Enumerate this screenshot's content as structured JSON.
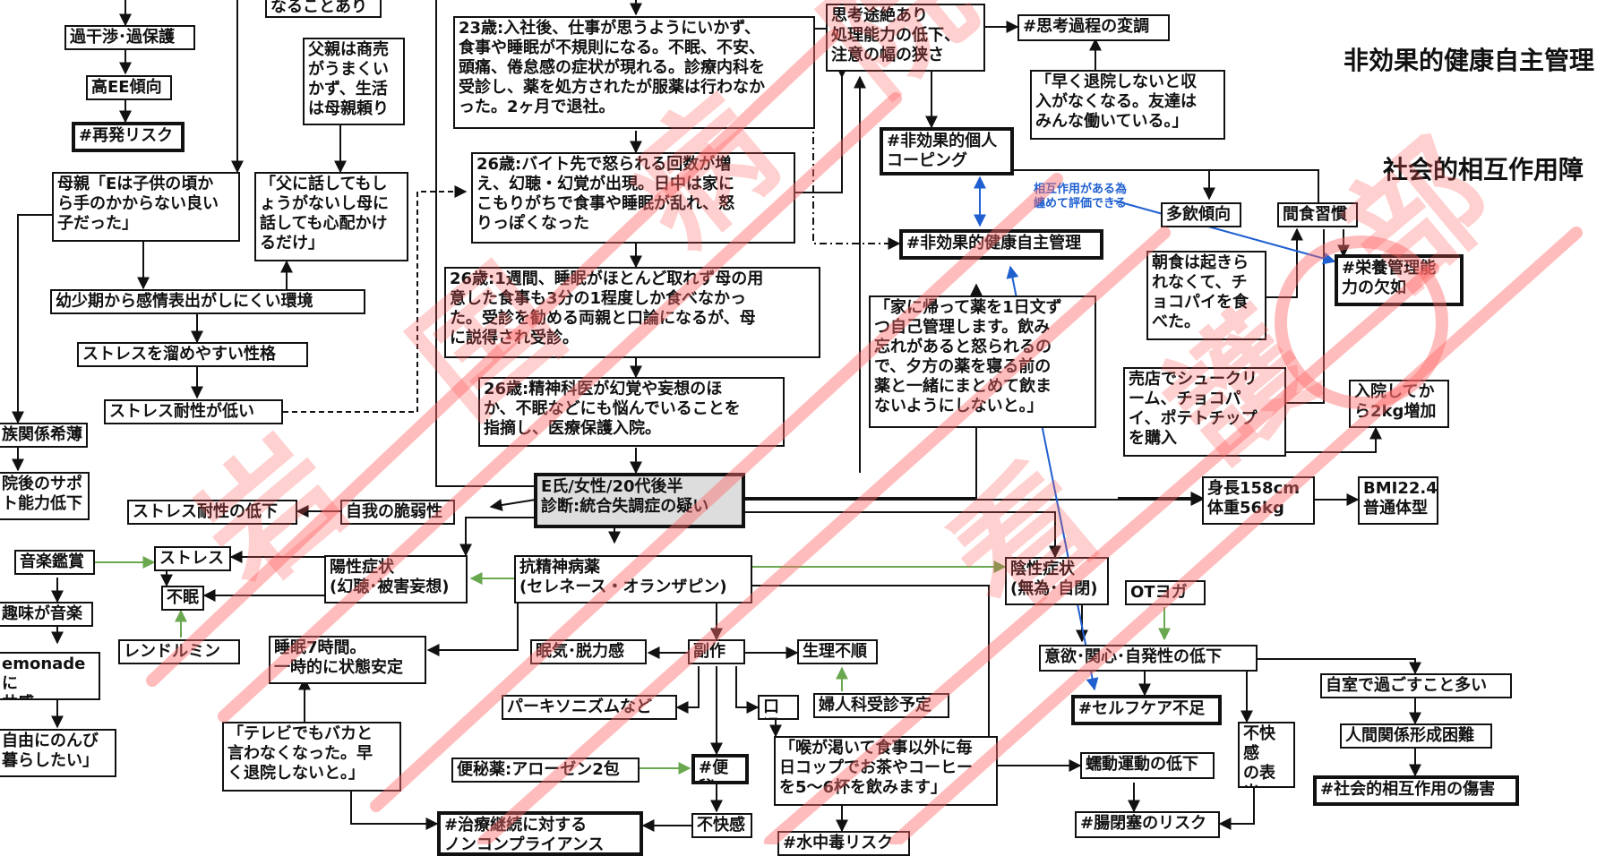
{
  "titles": {
    "t1": "非効果的健康自主管理",
    "t2": "社会的相互作用障"
  },
  "note": "相互作用がある為\n纏めて評価できる",
  "nodes": {
    "kakanshou": "過干渉･過保護",
    "naru": "なることあり",
    "highee": "高EE傾向",
    "saihatsu": "#再発リスク",
    "fushin": "父親は商売\nがうまくい\nかず、生活\nは母親頼り",
    "hahaoya": "母親「Eは子供の頃か\nら手のかからない良い\n子だった」",
    "chichi": "「父に話してもし\nょうがないし母に\n話しても心配かけ\nるだけ」",
    "youshouki": "幼少期から感情表出がしにくい環境",
    "stress_tame": "ストレスを溜めやすい性格",
    "stress_hikui": "ストレス耐性が低い",
    "kazoku": "族関係希薄",
    "support": "院後のサポ\nト能力低下",
    "age23": "23歳:入社後、仕事が思うようにいかず、\n食事や睡眠が不規則になる。不眠、不安、\n頭痛、倦怠感の症状が現れる。診療内科を\n受診し、薬を処方されたが服薬は行わなか\nった。2ヶ月で退社。",
    "age26a": "26歳:バイト先で怒られる回数が増\nえ、幻聴・幻覚が出現。日中は家に\nこもりがちで食事や睡眠が乱れ、怒\nりっぽくなった",
    "age26b": "26歳:1週間、睡眠がほとんど取れず母の用\n意した食事も3分の1程度しか食べなかっ\nた。受診を勧める両親と口論になるが、母\nに説得され受診。",
    "age26c": "26歳:精神科医が幻覚や妄想のほ\nか、不眠などにも悩んでいることを\n指摘し、医療保護入院。",
    "shikou": "思考途絶あり\n処理能力の低下、\n注意の幅の狭さ",
    "shikou_hencho": "#思考過程の変調",
    "hayaku": "「早く退院しないと収\n入がなくなる。友達は\nみんな働いている。」",
    "kojin": "#非効果的個人\nコーピング",
    "kenkou": "#非効果的健康自主管理",
    "tainin": "多飲傾向",
    "kanshoku": "間食習慣",
    "choushoku": "朝食は起きら\nれなくて、チ\nョコパイを食\nべた。",
    "eiyou": "#栄養管理能\n力の欠如",
    "ie": "「家に帰って薬を1日文ず\nつ自己管理します。飲み\n忘れがあると怒られるの\nで、夕方の薬を寝る前の\n薬と一緒にまとめて飲ま\nないようにしないと。」",
    "baiten": "売店でシュークリ\nーム、チョコパ\nイ、ポテトチップ\nを購入",
    "nyuuin": "入院してか\nら2kg増加",
    "shinchou": "身長158cm\n体重56kg",
    "bmi": "BMI22.4\n普通体型",
    "patient": "E氏/女性/20代後半\n診断:統合失調症の疑い",
    "zeijaku": "自我の脆弱性",
    "stress_teika": "ストレス耐性の低下",
    "ongaku": "音楽鑑賞",
    "stress": "ストレス",
    "fumin": "不眠",
    "yousei": "陽性症状\n(幻聴･被害妄想)",
    "kousei": "抗精神病薬\n(セレネース・オランザピン)",
    "insei": "陰性症状\n(無為･自閉)",
    "ot": "OTヨガ",
    "shumi": "趣味が音楽",
    "lemonade": "emonadeに\n共感",
    "jiyuu": "自由にのんび\n暮らしたい」",
    "rendo": "レンドルミン",
    "suimin": "睡眠7時間。\n一時的に状態安定",
    "nemuke": "眠気･脱力感",
    "fukusayou": "副作用",
    "seiri": "生理不順",
    "fujin": "婦人科受診予定",
    "parkin": "パーキソニズムなど",
    "kouka": "口渇",
    "terebi": "「テレビでもバカと\n言わなくなった。早\nく退院しないと。」",
    "nodo": "「喉が渇いて食事以外に毎\n日コップでお茶やコーヒー\nを5〜6杯を飲みます」",
    "benpiyaku": "便秘薬:アローゼン2包",
    "benpi": "#便秘",
    "fukai": "不快感",
    "chiryou": "#治療継続に対する\nノンコンプライアンス",
    "suichu": "#水中毒リスク",
    "iyoku": "意欲･関心･自発性の低下",
    "selfcare": "#セルフケア不足",
    "fukai_hyoushutsu": "不快感\nの表出\nの遅れ",
    "jishitsu": "自室で過ごすこと多い",
    "ningen": "人間関係形成困難",
    "shakai": "#社会的相互作用の傷害",
    "zendou": "蠕動運動の低下",
    "chouheisoku": "#腸閉塞のリスク"
  },
  "watermark": [
    "岩",
    "国",
    "病",
    "院",
    "看",
    "護",
    "部"
  ]
}
